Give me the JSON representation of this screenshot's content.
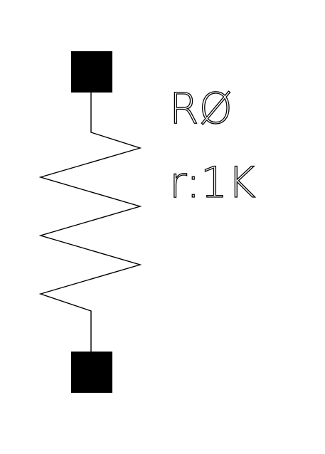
{
  "component": {
    "type": "resistor",
    "designator": "RØ",
    "value_label": "r:1K"
  },
  "colors": {
    "background": "#ffffff",
    "line": "#000000",
    "pad": "#000000"
  }
}
